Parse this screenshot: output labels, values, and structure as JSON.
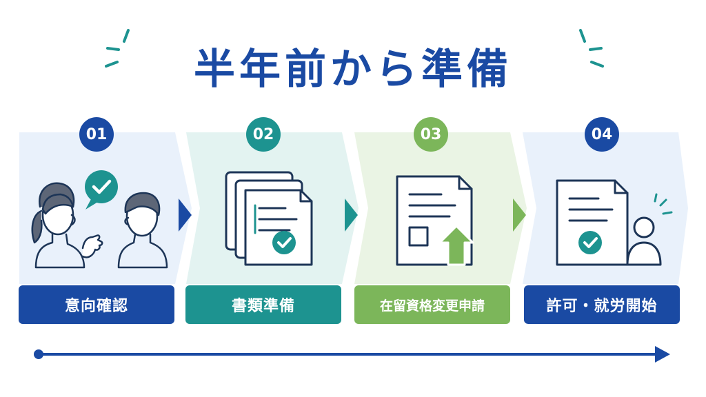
{
  "title": "半年前から準備",
  "colors": {
    "blue": "#1a4aa3",
    "teal": "#1d9390",
    "green": "#7cb65a",
    "navy": "#1d3557"
  },
  "steps": [
    {
      "number": "01",
      "label": "意向確認",
      "icon": "conversation-check-icon",
      "color": "#1a4aa3"
    },
    {
      "number": "02",
      "label": "書類準備",
      "icon": "documents-check-icon",
      "color": "#1d9390"
    },
    {
      "number": "03",
      "label": "在留資格変更申請",
      "icon": "document-upload-icon",
      "color": "#7cb65a"
    },
    {
      "number": "04",
      "label": "許可・就労開始",
      "icon": "document-person-icon",
      "color": "#1a4aa3"
    }
  ]
}
